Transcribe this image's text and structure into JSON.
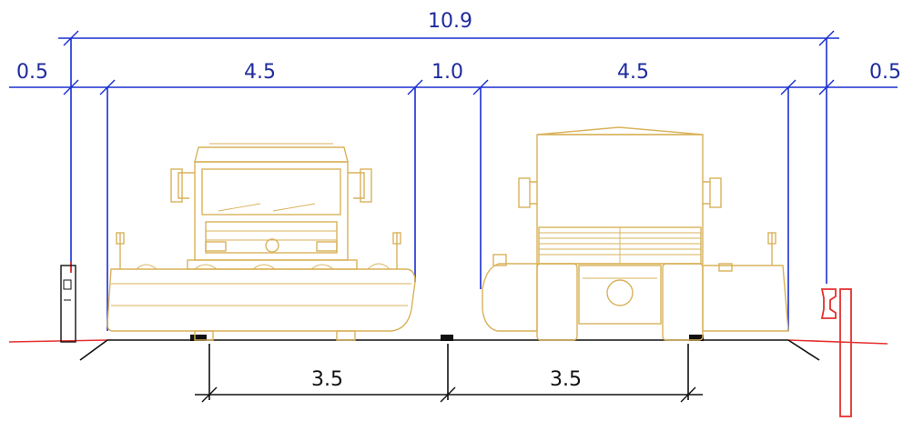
{
  "dimensions": {
    "total_width": "10.9",
    "left_margin": "0.5",
    "left_clearance": "4.5",
    "middle_gap": "1.0",
    "right_clearance": "4.5",
    "right_margin": "0.5",
    "left_lane": "3.5",
    "right_lane": "3.5"
  },
  "colors": {
    "dimension": "#1a2fd0",
    "text": "#1f2b9e",
    "vehicle": "#d9b25a",
    "road": "#e53030",
    "lane_dim": "#111111"
  },
  "icons": {
    "front_vehicle": "snowplow-truck-front",
    "rear_vehicle": "snowplow-truck-rear",
    "left_post": "roadside-post",
    "right_barrier": "guardrail"
  }
}
